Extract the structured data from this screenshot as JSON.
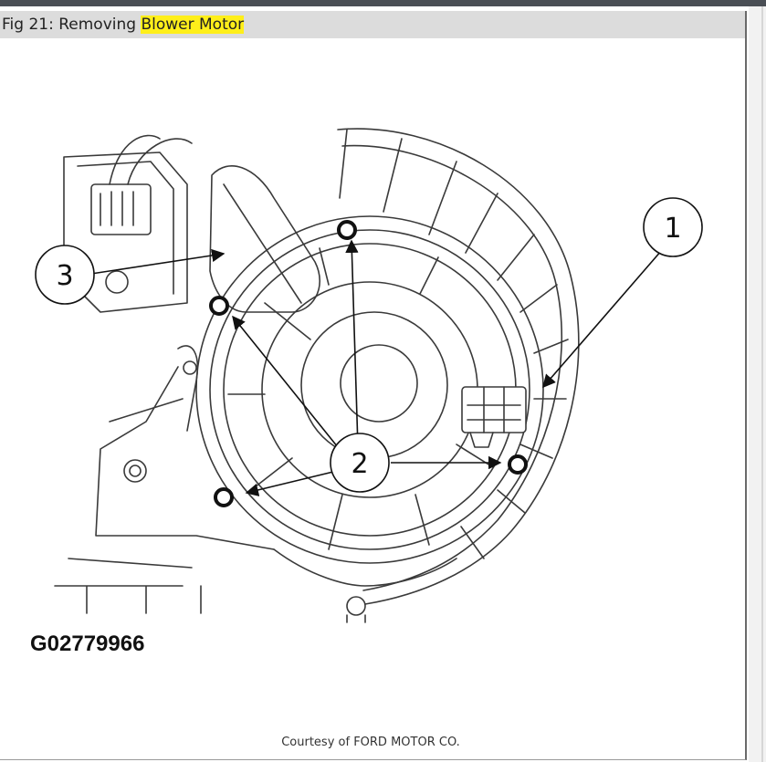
{
  "figure": {
    "caption_prefix": "Fig 21: Removing ",
    "caption_highlight": "Blower Motor",
    "highlight_color": "#ffef1a",
    "callouts": {
      "one": "1",
      "two": "2",
      "three": "3"
    },
    "code": "G02779966",
    "courtesy": "Courtesy of FORD MOTOR CO."
  }
}
